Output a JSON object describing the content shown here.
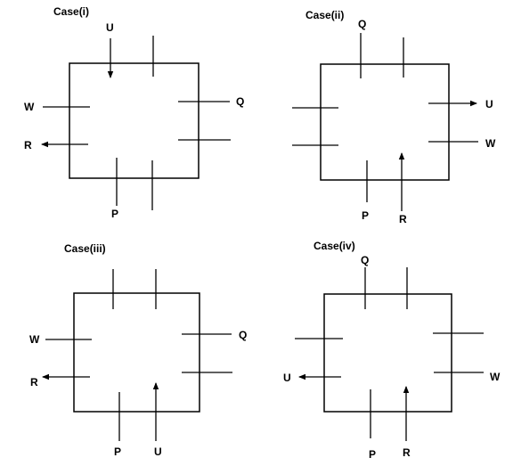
{
  "panels": [
    {
      "title": "Case(i)",
      "labels": {
        "U": "U",
        "Q": "Q",
        "W": "W",
        "R": "R",
        "P": "P"
      }
    },
    {
      "title": "Case(ii)",
      "labels": {
        "Q": "Q",
        "U": "U",
        "W": "W",
        "P": "P",
        "R": "R"
      }
    },
    {
      "title": "Case(iii)",
      "labels": {
        "W": "W",
        "Q": "Q",
        "R": "R",
        "P": "P",
        "U": "U"
      }
    },
    {
      "title": "Case(iv)",
      "labels": {
        "Q": "Q",
        "U": "U",
        "W": "W",
        "P": "P",
        "R": "R"
      }
    }
  ]
}
